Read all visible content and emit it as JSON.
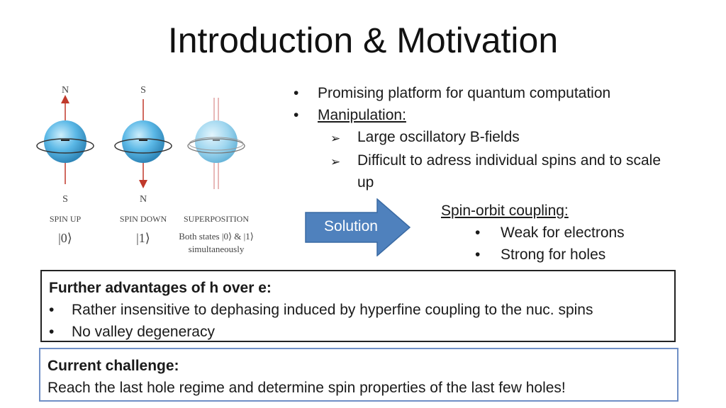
{
  "title": "Introduction & Motivation",
  "bullets": [
    {
      "text": "Promising platform for quantum computation"
    },
    {
      "text": "Manipulation:"
    }
  ],
  "sub_bullets": [
    {
      "text": "Large oscillatory B-fields"
    },
    {
      "text": "Difficult to adress individual spins and to scale up"
    }
  ],
  "figure": {
    "spins": [
      {
        "top_pole": "N",
        "bottom_pole": "S",
        "caption": "SPIN UP",
        "state": "|0⟩"
      },
      {
        "top_pole": "S",
        "bottom_pole": "N",
        "caption": "SPIN DOWN",
        "state": "|1⟩"
      },
      {
        "caption": "SUPERPOSITION",
        "state_line1": "Both states |0⟩ & |1⟩",
        "state_line2": "simultaneously"
      }
    ],
    "sphere_color": "#5bb8e6",
    "arrow_color": "#c0392b"
  },
  "solution_arrow": {
    "label": "Solution",
    "color": "#4f81bd"
  },
  "soc": {
    "heading": "Spin-orbit coupling:",
    "items": [
      "Weak for electrons",
      "Strong for holes"
    ]
  },
  "advantages": {
    "heading": "Further advantages of h over e:",
    "items": [
      "Rather insensitive to dephasing induced by hyperfine coupling to the nuc. spins",
      "No valley degeneracy"
    ]
  },
  "challenge": {
    "heading": "Current challenge:",
    "text": "Reach the last hole regime and determine spin properties of the last few holes!",
    "border_color": "#6f8fc6"
  }
}
